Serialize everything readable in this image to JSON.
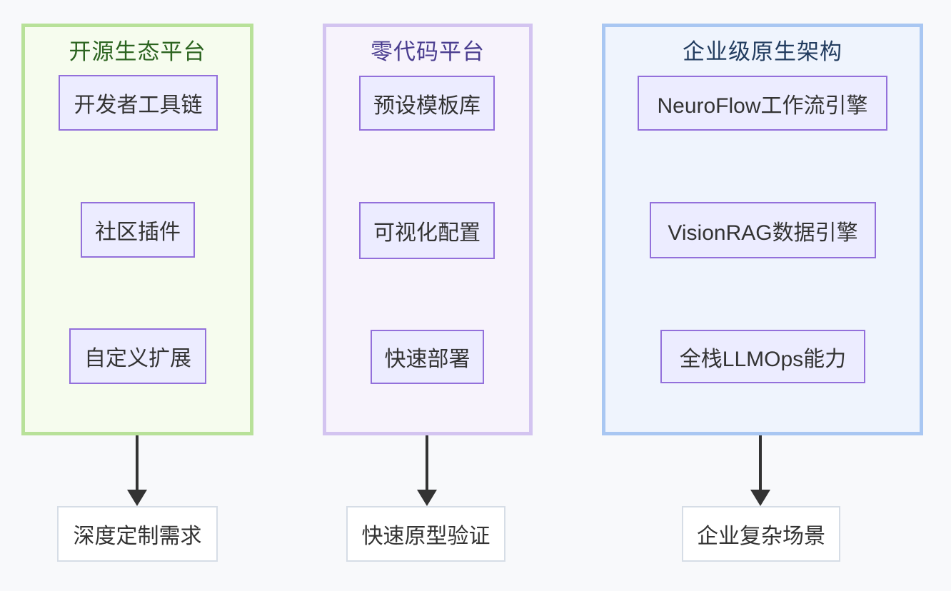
{
  "colors": {
    "canvas-bg": "#f8f9fb",
    "col-open-bg": "#f6fcee",
    "col-open-border": "#b8e199",
    "col-open-title": "#2c6420",
    "col-nocode-bg": "#f7f3fc",
    "col-nocode-border": "#d3c4f0",
    "col-nocode-title": "#4a3d8f",
    "col-ent-bg": "#eff4fd",
    "col-ent-border": "#a9c7f2",
    "col-ent-title": "#223c5f",
    "node-bg": "#ececff",
    "node-border": "#9370db",
    "node-text": "#333333",
    "result-bg": "#ffffff",
    "result-border": "#d6dde6",
    "arrow": "#333333"
  },
  "columns": [
    {
      "title": "开源生态平台",
      "boxes": [
        "开发者工具链",
        "社区插件",
        "自定义扩展"
      ],
      "result": "深度定制需求"
    },
    {
      "title": "零代码平台",
      "boxes": [
        "预设模板库",
        "可视化配置",
        "快速部署"
      ],
      "result": "快速原型验证"
    },
    {
      "title": "企业级原生架构",
      "boxes": [
        "NeuroFlow工作流引擎",
        "VisionRAG数据引擎",
        "全栈LLMOps能力"
      ],
      "result": "企业复杂场景"
    }
  ]
}
